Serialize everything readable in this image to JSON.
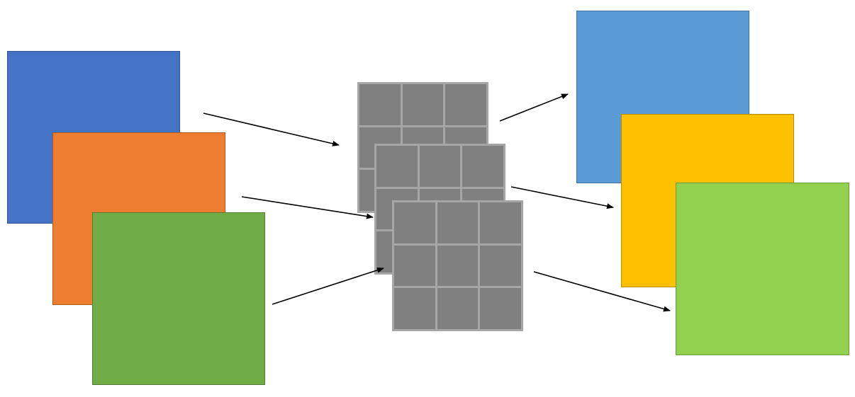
{
  "colors": {
    "input_blue": "#4472c4",
    "input_blue_border": "#2f5597",
    "input_orange": "#ed7d31",
    "input_orange_border": "#ae5a21",
    "input_green": "#70ad47",
    "input_green_border": "#507e32",
    "filter_cell": "#808080",
    "filter_grid": "#a6a6a6",
    "output_blue": "#5b9bd5",
    "output_blue_border": "#41719c",
    "output_yellow": "#ffc000",
    "output_yellow_border": "#bc8c00",
    "output_green": "#92d050",
    "output_green_border": "#6a9a3a",
    "arrow": "#000000"
  },
  "diagram": {
    "input_squares": [
      "input-blue",
      "input-orange",
      "input-green"
    ],
    "filter_grid_size": [
      3,
      3
    ],
    "filter_count": 3,
    "output_squares": [
      "output-blue",
      "output-yellow",
      "output-green"
    ],
    "arrow_count": 6
  }
}
